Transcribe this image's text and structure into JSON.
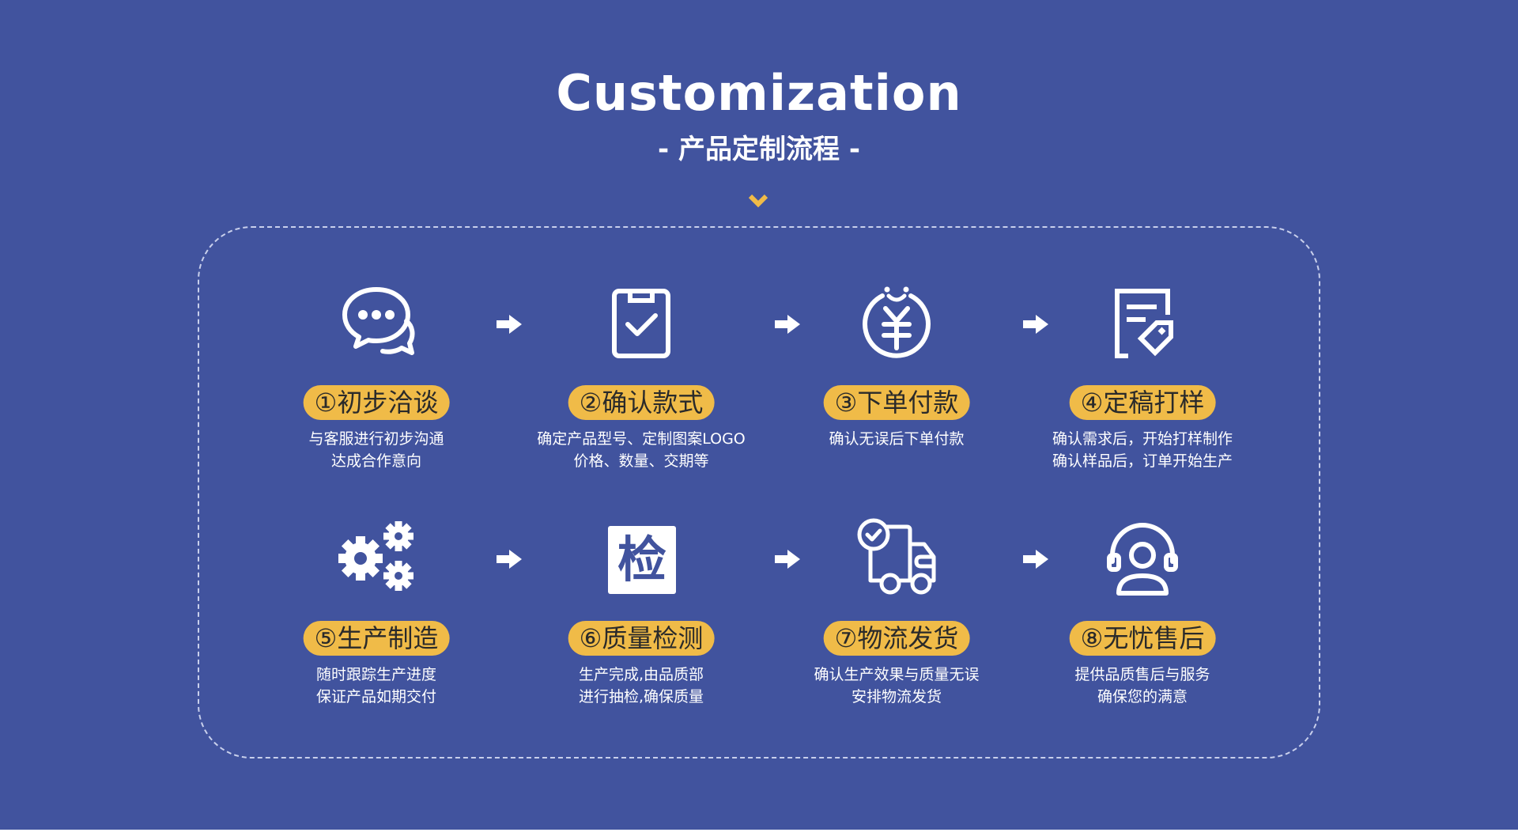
{
  "header": {
    "title": "Customization",
    "subtitle": "- 产品定制流程 -",
    "chevron_icon": "chevron-down-icon"
  },
  "colors": {
    "background": "#41539E",
    "accent_gold": "#F0BB48",
    "pill_text": "#2A2A2A",
    "text": "#FFFFFF",
    "dashed_border": "#C9D0EC"
  },
  "steps": [
    {
      "number": "①",
      "title": "初步洽谈",
      "label": "①初步洽谈",
      "icon": "chat-bubbles-icon",
      "lines": [
        "与客服进行初步沟通",
        "达成合作意向"
      ]
    },
    {
      "number": "②",
      "title": "确认款式",
      "label": "②确认款式",
      "icon": "clipboard-check-icon",
      "lines": [
        "确定产品型号、定制图案LOGO",
        "价格、数量、交期等"
      ]
    },
    {
      "number": "③",
      "title": "下单付款",
      "label": "③下单付款",
      "icon": "yen-coin-icon",
      "lines": [
        "确认无误后下单付款"
      ]
    },
    {
      "number": "④",
      "title": "定稿打样",
      "label": "④定稿打样",
      "icon": "document-tag-icon",
      "lines": [
        "确认需求后，开始打样制作",
        "确认样品后，订单开始生产"
      ]
    },
    {
      "number": "⑤",
      "title": "生产制造",
      "label": "⑤生产制造",
      "icon": "gears-icon",
      "lines": [
        "随时跟踪生产进度",
        "保证产品如期交付"
      ]
    },
    {
      "number": "⑥",
      "title": "质量检测",
      "label": "⑥质量检测",
      "icon": "inspection-icon",
      "icon_text": "检",
      "lines": [
        "生产完成,由品质部",
        "进行抽检,确保质量"
      ]
    },
    {
      "number": "⑦",
      "title": "物流发货",
      "label": "⑦物流发货",
      "icon": "delivery-truck-icon",
      "lines": [
        "确认生产效果与质量无误",
        "安排物流发货"
      ]
    },
    {
      "number": "⑧",
      "title": "无忧售后",
      "label": "⑧无忧售后",
      "icon": "customer-service-headset-icon",
      "lines": [
        "提供品质售后与服务",
        "确保您的满意"
      ]
    }
  ],
  "arrows": [
    "arrow-right-icon",
    "arrow-right-icon",
    "arrow-right-icon",
    "arrow-right-icon",
    "arrow-right-icon",
    "arrow-right-icon"
  ]
}
